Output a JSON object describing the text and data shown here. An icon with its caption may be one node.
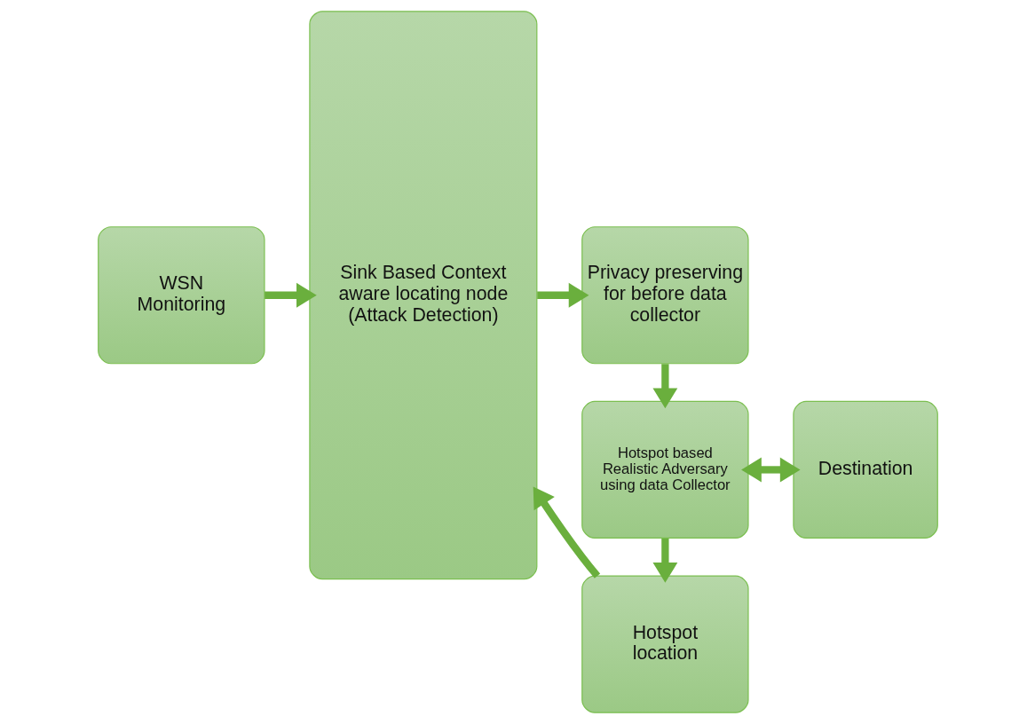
{
  "diagram": {
    "nodes": [
      {
        "text": [
          "WSN Monitoring"
        ]
      },
      {
        "text": [
          "Sink Based Context aware locating node (Attack Detection)"
        ]
      },
      {
        "text": [
          "Privacy preserving for before data collector"
        ]
      },
      {
        "text": [
          "Hotspot based Realistic Adversary using data Collector"
        ]
      },
      {
        "text": [
          "Destination"
        ]
      },
      {
        "text": [
          "Hotspot location"
        ]
      }
    ],
    "edges": [
      {
        "from": 0,
        "to": 1,
        "arrow": "to"
      },
      {
        "from": 1,
        "to": 2,
        "arrow": "to"
      },
      {
        "from": 2,
        "to": 3,
        "arrow": "to"
      },
      {
        "from": 3,
        "to": 4,
        "arrow": "both"
      },
      {
        "from": 3,
        "to": 5,
        "arrow": "to"
      },
      {
        "from": 5,
        "to": 1,
        "arrow": "to"
      }
    ]
  }
}
